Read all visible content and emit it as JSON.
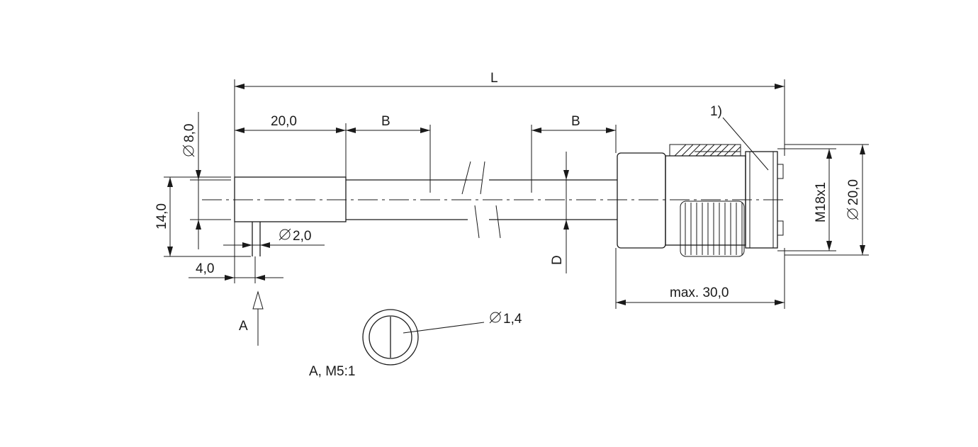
{
  "dimensions": {
    "overall_length": "L",
    "head_length": "20,0",
    "cable_segment_left": "B",
    "cable_segment_right": "B",
    "sensor_diameter": "8,0",
    "head_height": "14,0",
    "pin_diameter": "2,0",
    "pin_offset": "4,0",
    "cable_diameter": "D",
    "connector_length": "max. 30,0",
    "thread": "M18x1",
    "connector_diameter": "20,0",
    "lens_diameter": "1,4"
  },
  "annotations": {
    "note_marker": "1)",
    "view_marker": "A",
    "detail_label": "A, M5:1"
  },
  "symbols": {
    "diameter_symbol": "diameter-symbol-icon"
  }
}
